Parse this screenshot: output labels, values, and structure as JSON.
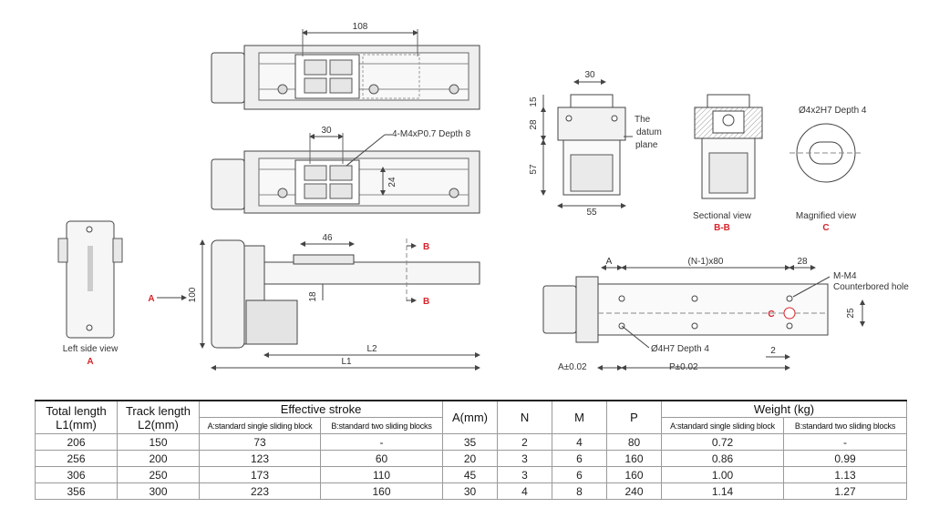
{
  "drawing": {
    "top_view": {
      "dim_108": "108"
    },
    "top_view2": {
      "dim_30": "30",
      "dim_24": "24",
      "hole_note": "4-M4xP0.7 Depth 8"
    },
    "left_side_view": {
      "caption": "Left side view",
      "tag": "A"
    },
    "side_view": {
      "dim_46": "46",
      "dim_18": "18",
      "dim_100": "100",
      "dim_L2": "L2",
      "dim_L1": "L1",
      "arrow_A": "A",
      "section_B_top": "B",
      "section_B_bottom": "B"
    },
    "end_view": {
      "dim_30": "30",
      "dim_15": "15",
      "dim_28": "28",
      "dim_57": "57",
      "dim_55": "55",
      "datum_line1": "The",
      "datum_line2": "datum",
      "datum_line3": "plane"
    },
    "sectional_view": {
      "caption": "Sectional view",
      "tag": "B-B"
    },
    "magnified_view": {
      "note": "Ø4x2H7 Depth 4",
      "caption": "Magnified view",
      "tag": "C"
    },
    "bottom_view": {
      "dim_A": "A",
      "dim_pitch": "(N-1)x80",
      "dim_28": "28",
      "note_m1": "M-M4",
      "note_m2": "Counterbored hole",
      "tag_C": "C",
      "dim_25": "25",
      "dim_2": "2",
      "note_pin": "Ø4H7 Depth 4",
      "tol_A": "A±0.02",
      "tol_P": "P±0.02"
    }
  },
  "table": {
    "headers": {
      "total_length_1": "Total length",
      "total_length_2": "L1(mm)",
      "track_length_1": "Track length",
      "track_length_2": "L2(mm)",
      "effective_stroke": "Effective stroke",
      "stroke_a": "A:standard single sliding block",
      "stroke_b": "B:standard two sliding blocks",
      "a": "A(mm)",
      "n": "N",
      "m": "M",
      "p": "P",
      "weight": "Weight (kg)",
      "weight_a": "A:standard single sliding block",
      "weight_b": "B:standard two sliding blocks"
    },
    "rows": [
      {
        "l1": "206",
        "l2": "150",
        "sa": "73",
        "sb": "-",
        "a": "35",
        "n": "2",
        "m": "4",
        "p": "80",
        "wa": "0.72",
        "wb": "-"
      },
      {
        "l1": "256",
        "l2": "200",
        "sa": "123",
        "sb": "60",
        "a": "20",
        "n": "3",
        "m": "6",
        "p": "160",
        "wa": "0.86",
        "wb": "0.99"
      },
      {
        "l1": "306",
        "l2": "250",
        "sa": "173",
        "sb": "110",
        "a": "45",
        "n": "3",
        "m": "6",
        "p": "160",
        "wa": "1.00",
        "wb": "1.13"
      },
      {
        "l1": "356",
        "l2": "300",
        "sa": "223",
        "sb": "160",
        "a": "30",
        "n": "4",
        "m": "8",
        "p": "240",
        "wa": "1.14",
        "wb": "1.27"
      }
    ]
  }
}
